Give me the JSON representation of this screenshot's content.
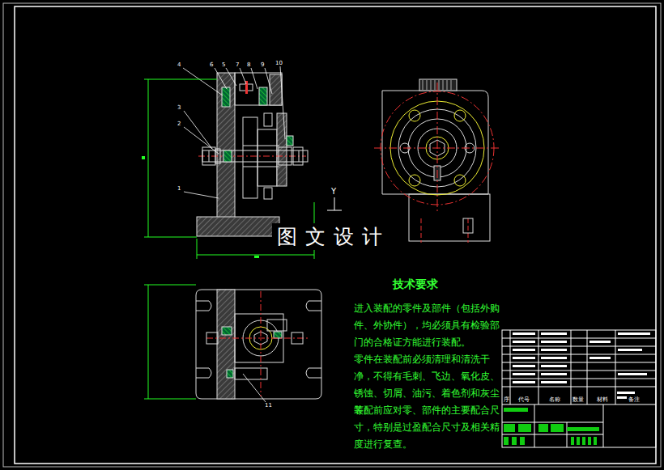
{
  "diagram": {
    "labels": [
      "4",
      "6",
      "5",
      "7",
      "8",
      "9",
      "10",
      "3",
      "2",
      "1",
      "11",
      "Y",
      "图文设计",
      "技术要求",
      "进入装配的零件及部件（包括外购件、外协件），均必须具有检验部门的合格证方能进行装配。",
      "零件在装配前必须清理和清洗干净，不得有毛刺、飞边、氧化皮、锈蚀、切屑、油污、着色剂和灰尘等。",
      "装配前应对零、部件的主要配合尺寸，特别是过盈配合尺寸及相关精度进行复查。",
      "序",
      "代号",
      "名称",
      "数量",
      "材料",
      "备注"
    ]
  }
}
